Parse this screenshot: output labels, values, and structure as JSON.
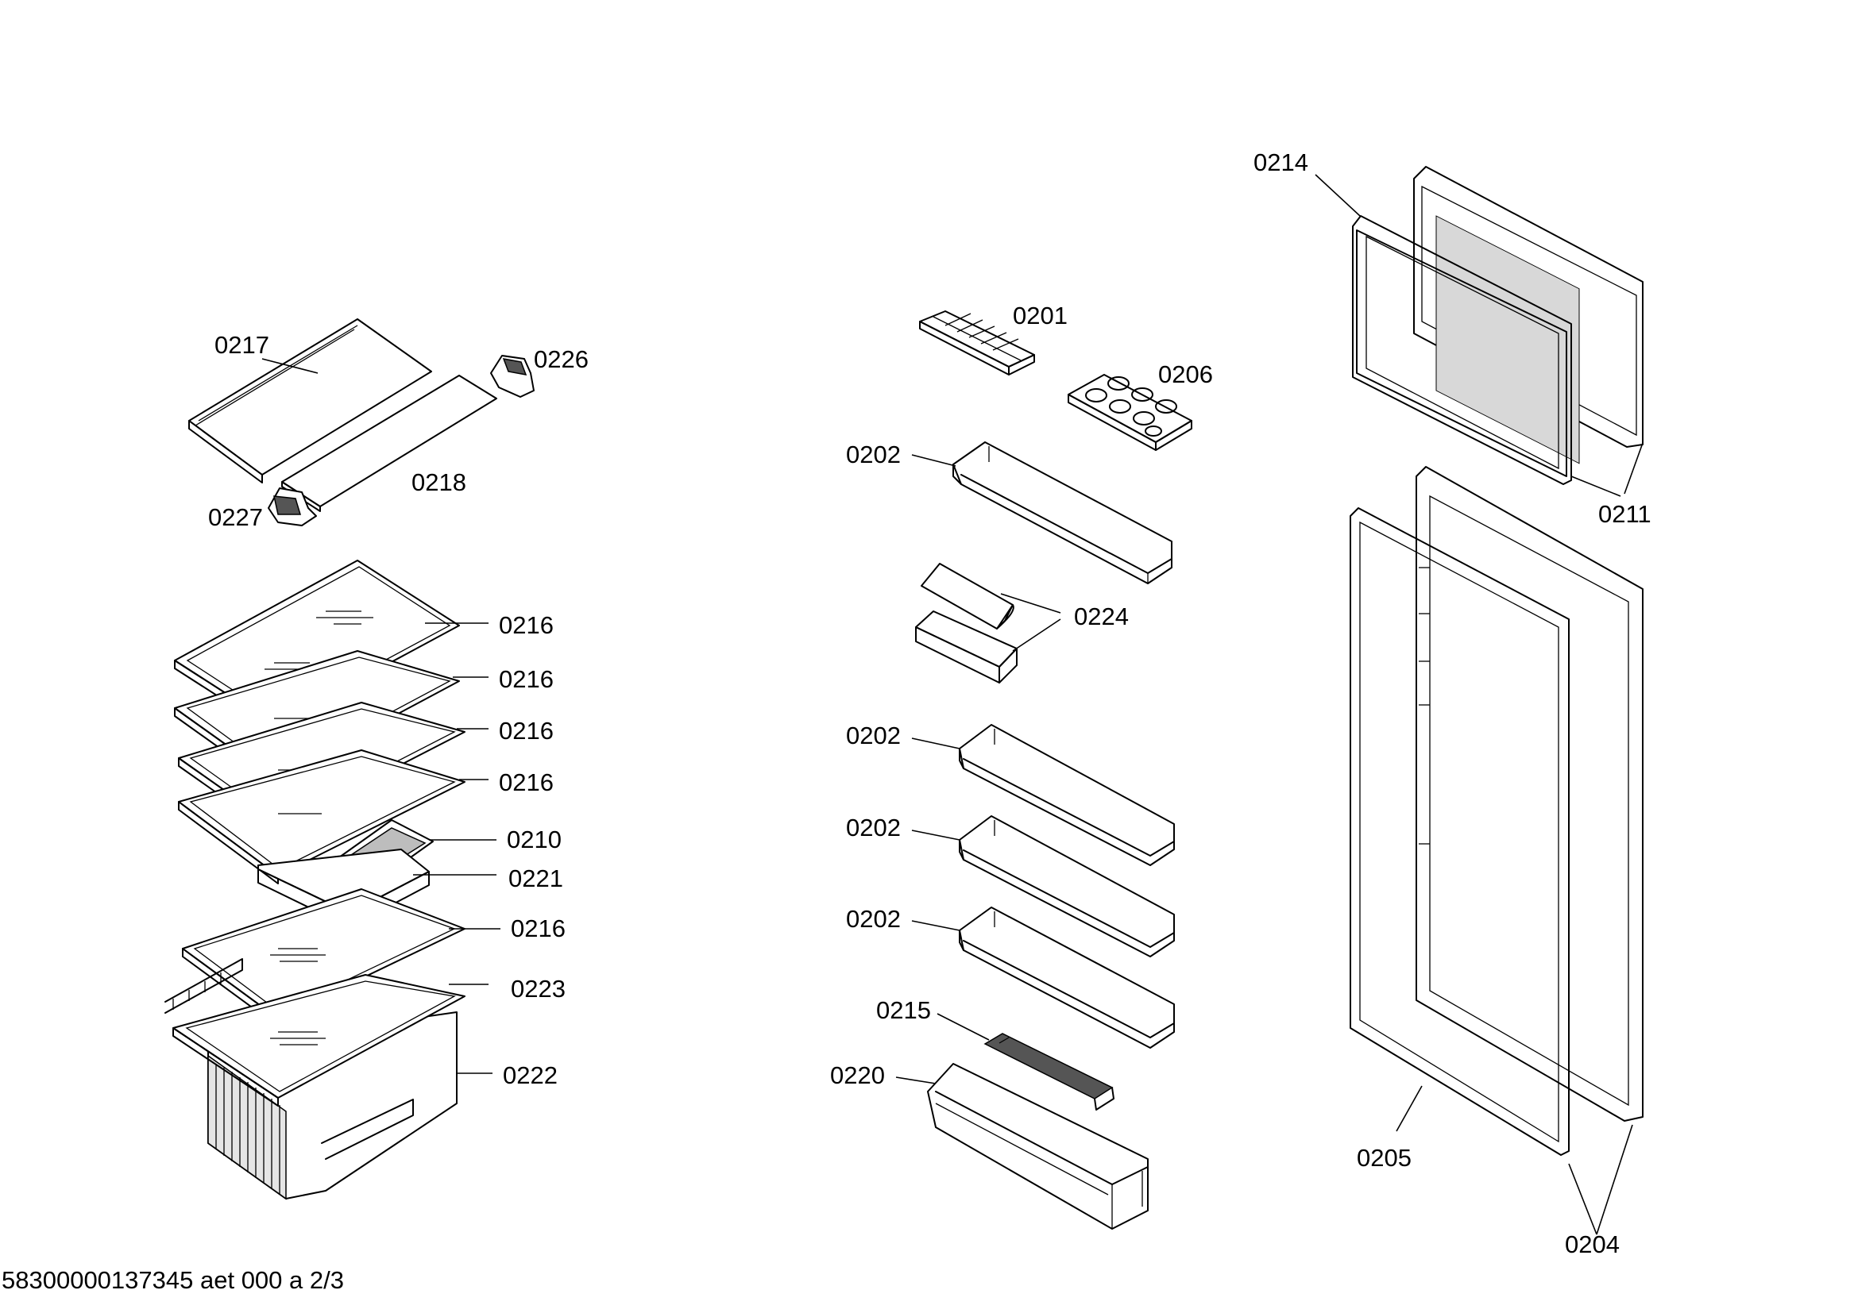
{
  "drawing": {
    "footer_text": "58300000137345 aet 000 a 2/3"
  },
  "labels": {
    "p0217": "0217",
    "p0226": "0226",
    "p0218": "0218",
    "p0227": "0227",
    "p0216a": "0216",
    "p0216b": "0216",
    "p0216c": "0216",
    "p0216d": "0216",
    "p0210": "0210",
    "p0221": "0221",
    "p0216e": "0216",
    "p0223": "0223",
    "p0222": "0222",
    "p0201": "0201",
    "p0206": "0206",
    "p0202a": "0202",
    "p0224": "0224",
    "p0202b": "0202",
    "p0202c": "0202",
    "p0202d": "0202",
    "p0215": "0215",
    "p0220": "0220",
    "p0214": "0214",
    "p0211": "0211",
    "p0205": "0205",
    "p0204": "0204"
  }
}
